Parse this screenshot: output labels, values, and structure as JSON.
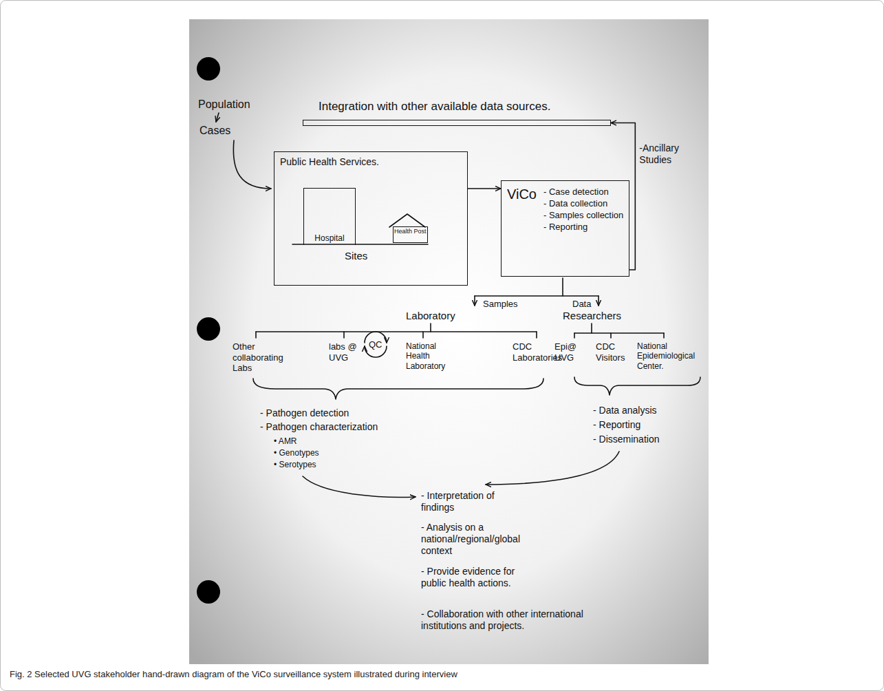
{
  "diagram": {
    "caption": "Fig. 2 Selected UVG stakeholder hand-drawn diagram of the ViCo surveillance system illustrated during interview",
    "nodes": [
      {
        "text": [
          "Integration with other available data sources."
        ]
      },
      {
        "text": [
          "Public Health Services.",
          "Sites"
        ]
      },
      {
        "text": [
          "Hospital"
        ],
        "in": 1
      },
      {
        "text": [
          "Health Post"
        ],
        "in": 1
      },
      {
        "text": [
          "ViCo",
          "- Case detection",
          "- Data collection",
          "- Samples collection",
          "- Reporting"
        ]
      }
    ],
    "edges": [
      {
        "from": 1,
        "to": 4,
        "arrow": "to"
      },
      {
        "from": 4,
        "to": 0,
        "arrow": "to",
        "label": "-Ancillary Studies"
      }
    ],
    "labels": [
      "Population",
      "Cases",
      "Samples",
      "Data",
      "Laboratory",
      "Researchers",
      "Other collaborating Labs",
      "labs @ UVG",
      "QC",
      "National Health Laboratory",
      "CDC Laboratories",
      "Epi@ UVG",
      "CDC Visitors",
      "National Epidemiological Center.",
      "- Pathogen detection",
      "- Pathogen characterization",
      "• AMR",
      "• Genotypes",
      "• Serotypes",
      "- Data analysis",
      "- Reporting",
      "- Dissemination",
      "- Interpretation of findings",
      "- Analysis on a national/regional/global context",
      "- Provide evidence for public health actions.",
      "- Collaboration with other international institutions and projects."
    ]
  }
}
